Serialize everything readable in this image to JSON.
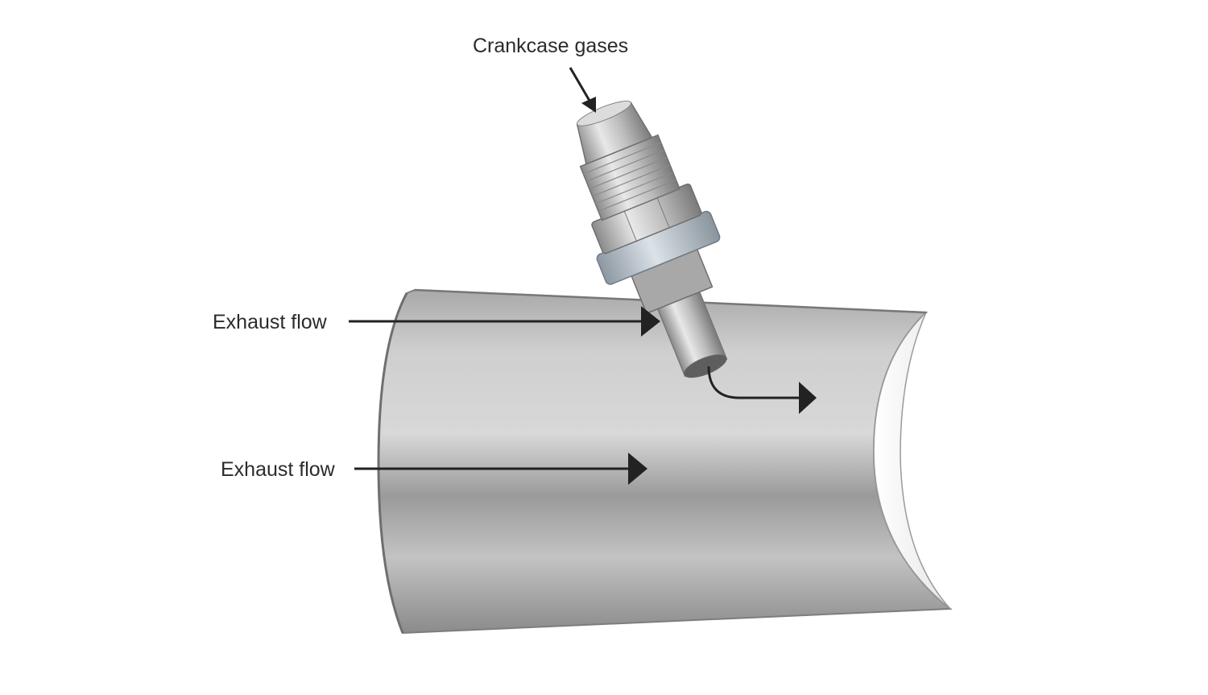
{
  "labels": {
    "crankcase": "Crankcase gases",
    "exhaust_top": "Exhaust flow",
    "exhaust_bottom": "Exhaust flow"
  },
  "colors": {
    "background": "#ffffff",
    "text": "#2b2b2b",
    "arrow": "#222222",
    "pipe_dark": "#8e8e8e",
    "pipe_light": "#d9d9d9",
    "fitting_metal": "#c9c9c9",
    "washer": "#b7c0c8"
  },
  "icons": {
    "crankcase_arrow": "arrow-down-right-icon",
    "exhaust_top_arrow": "arrow-right-icon",
    "exhaust_bottom_arrow": "arrow-right-icon",
    "outflow_arrow": "curved-arrow-right-icon"
  }
}
